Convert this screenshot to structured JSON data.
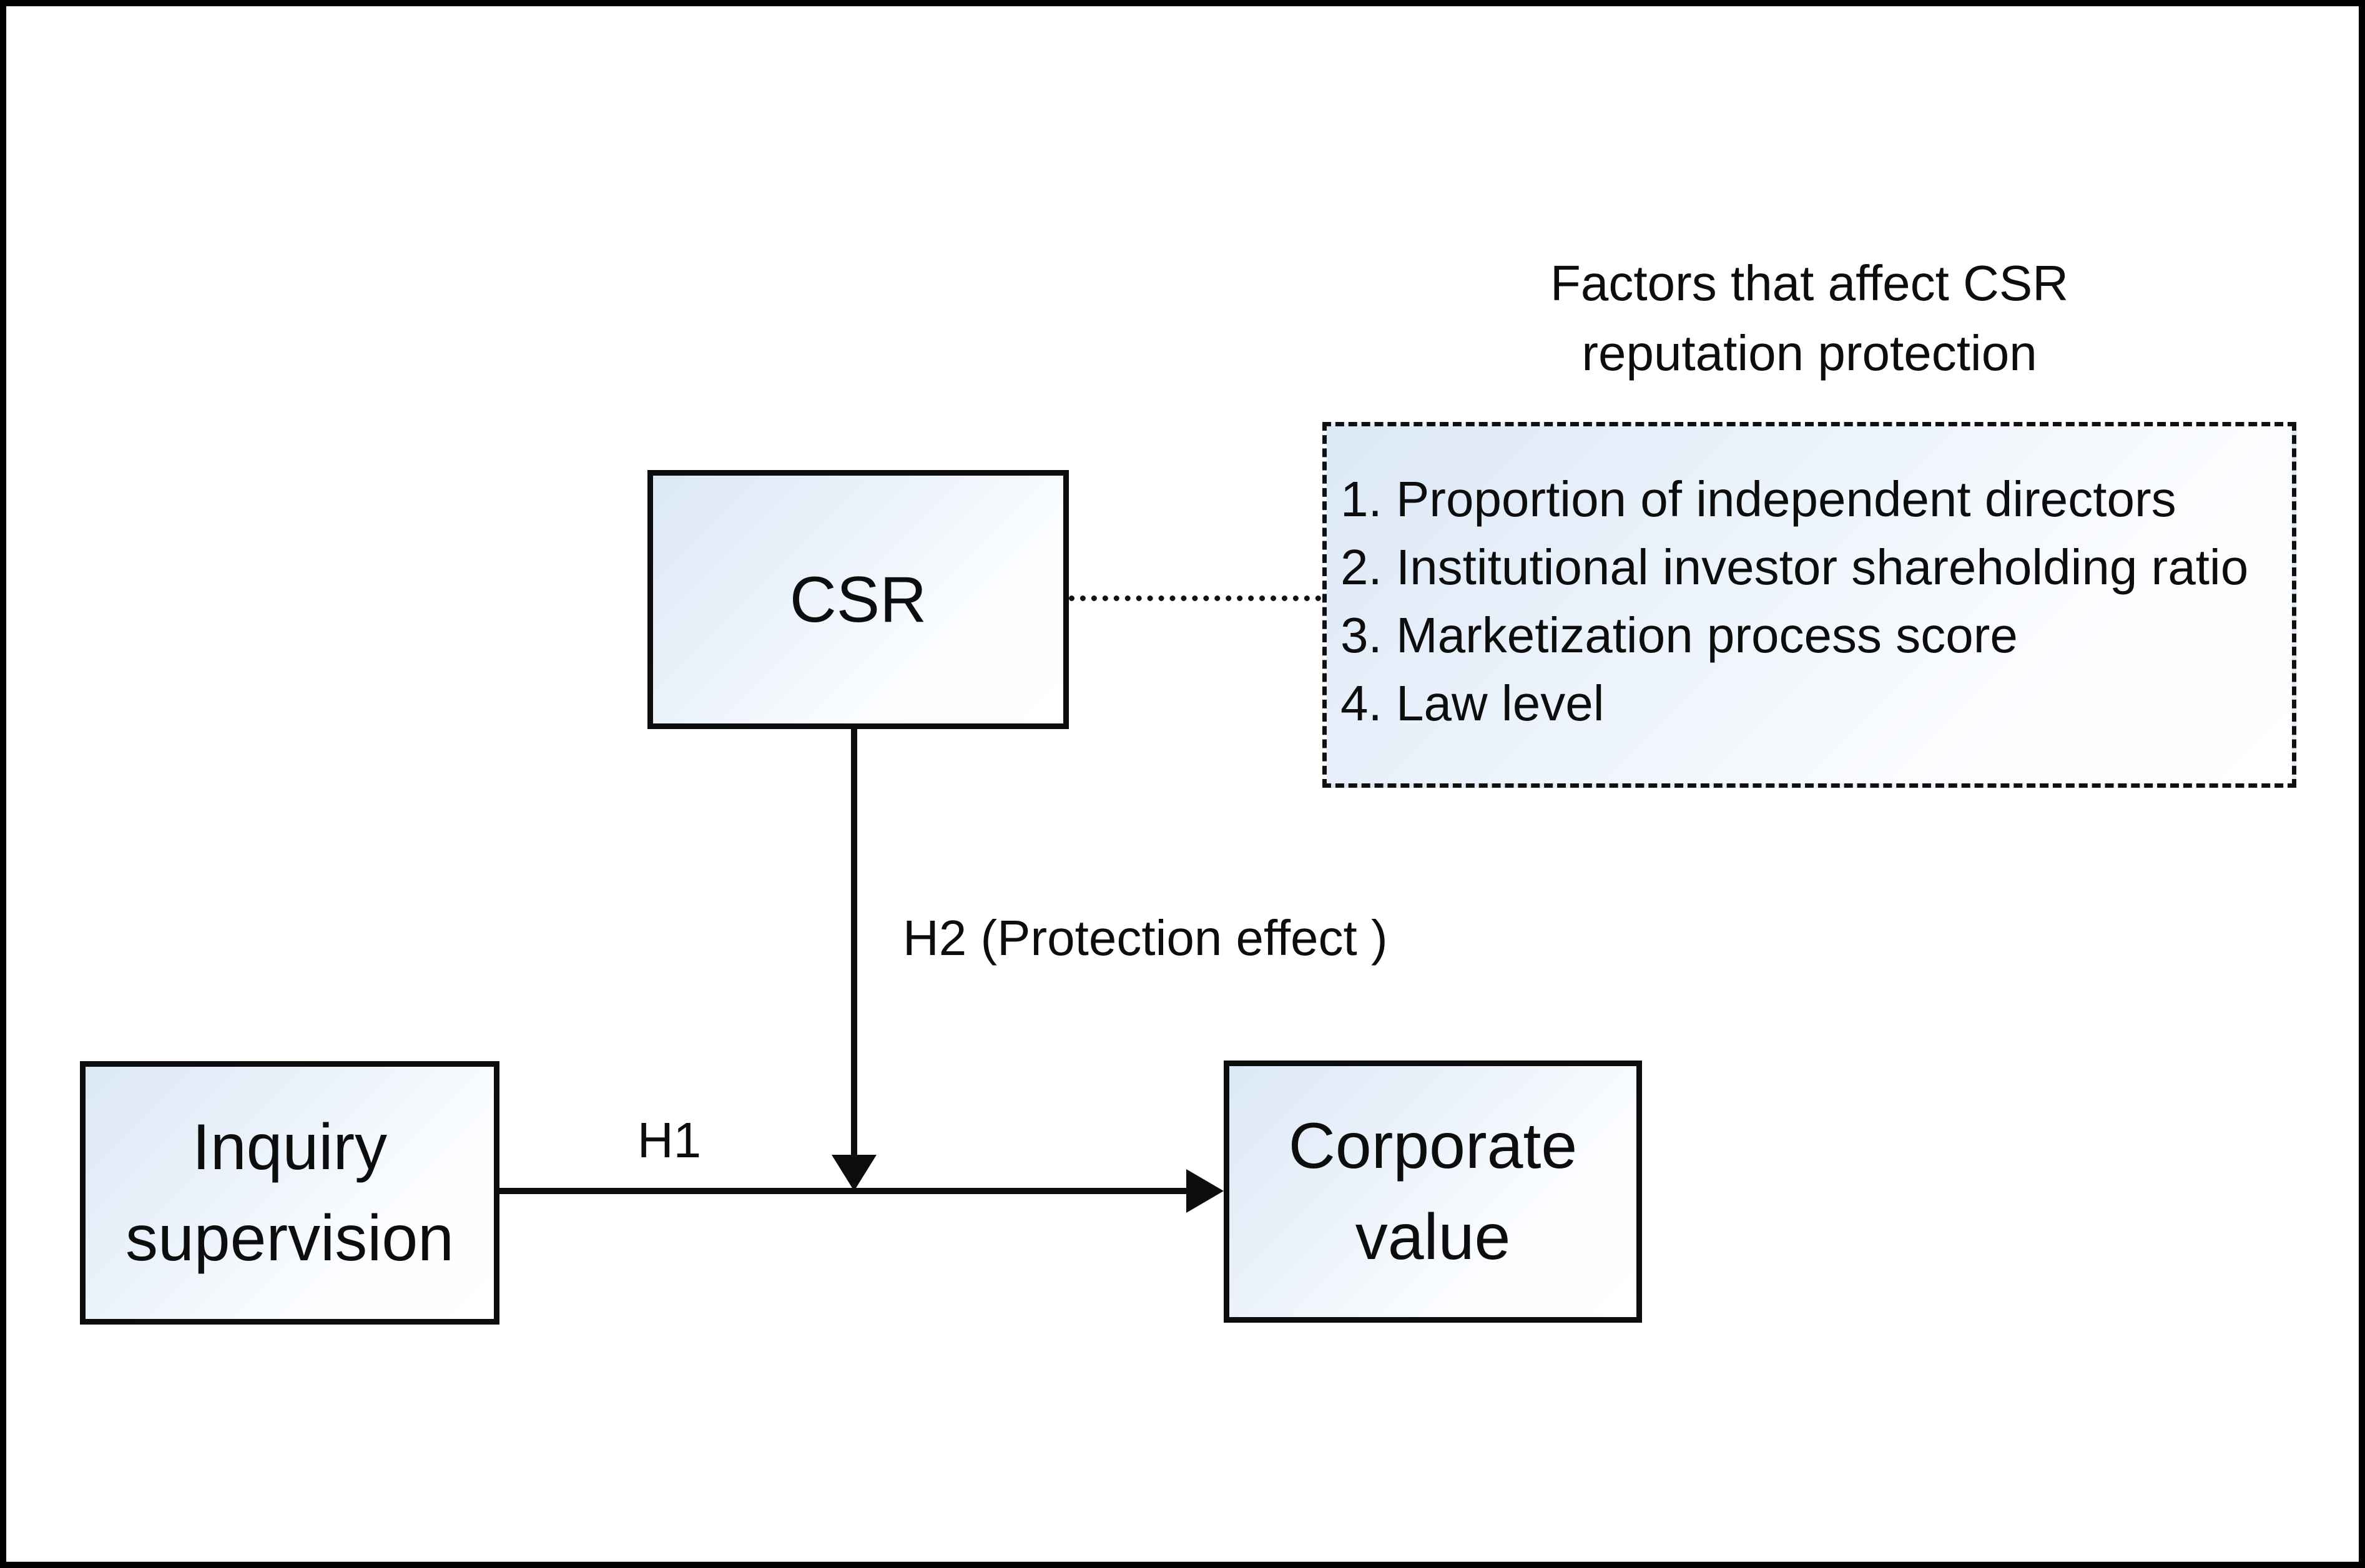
{
  "diagram": {
    "factors_title": {
      "line1": "Factors that affect CSR",
      "line2": "reputation protection"
    },
    "factors_box": {
      "items": [
        "1. Proportion of independent directors",
        "2. Institutional investor shareholding ratio",
        "3. Marketization process score",
        "4. Law level"
      ]
    },
    "nodes": {
      "csr": {
        "label": "CSR"
      },
      "inquiry": {
        "line1": "Inquiry",
        "line2": "supervision"
      },
      "corporate": {
        "line1": "Corporate",
        "line2": "value"
      }
    },
    "edges": {
      "h1_label": "H1",
      "h2_label": "H2 (Protection effect )"
    },
    "colors": {
      "line": "#0d0d0d",
      "border": "#000000",
      "box_gradient_start": "#dce8f6",
      "box_gradient_end": "#ffffff",
      "background": "#ffffff"
    }
  }
}
